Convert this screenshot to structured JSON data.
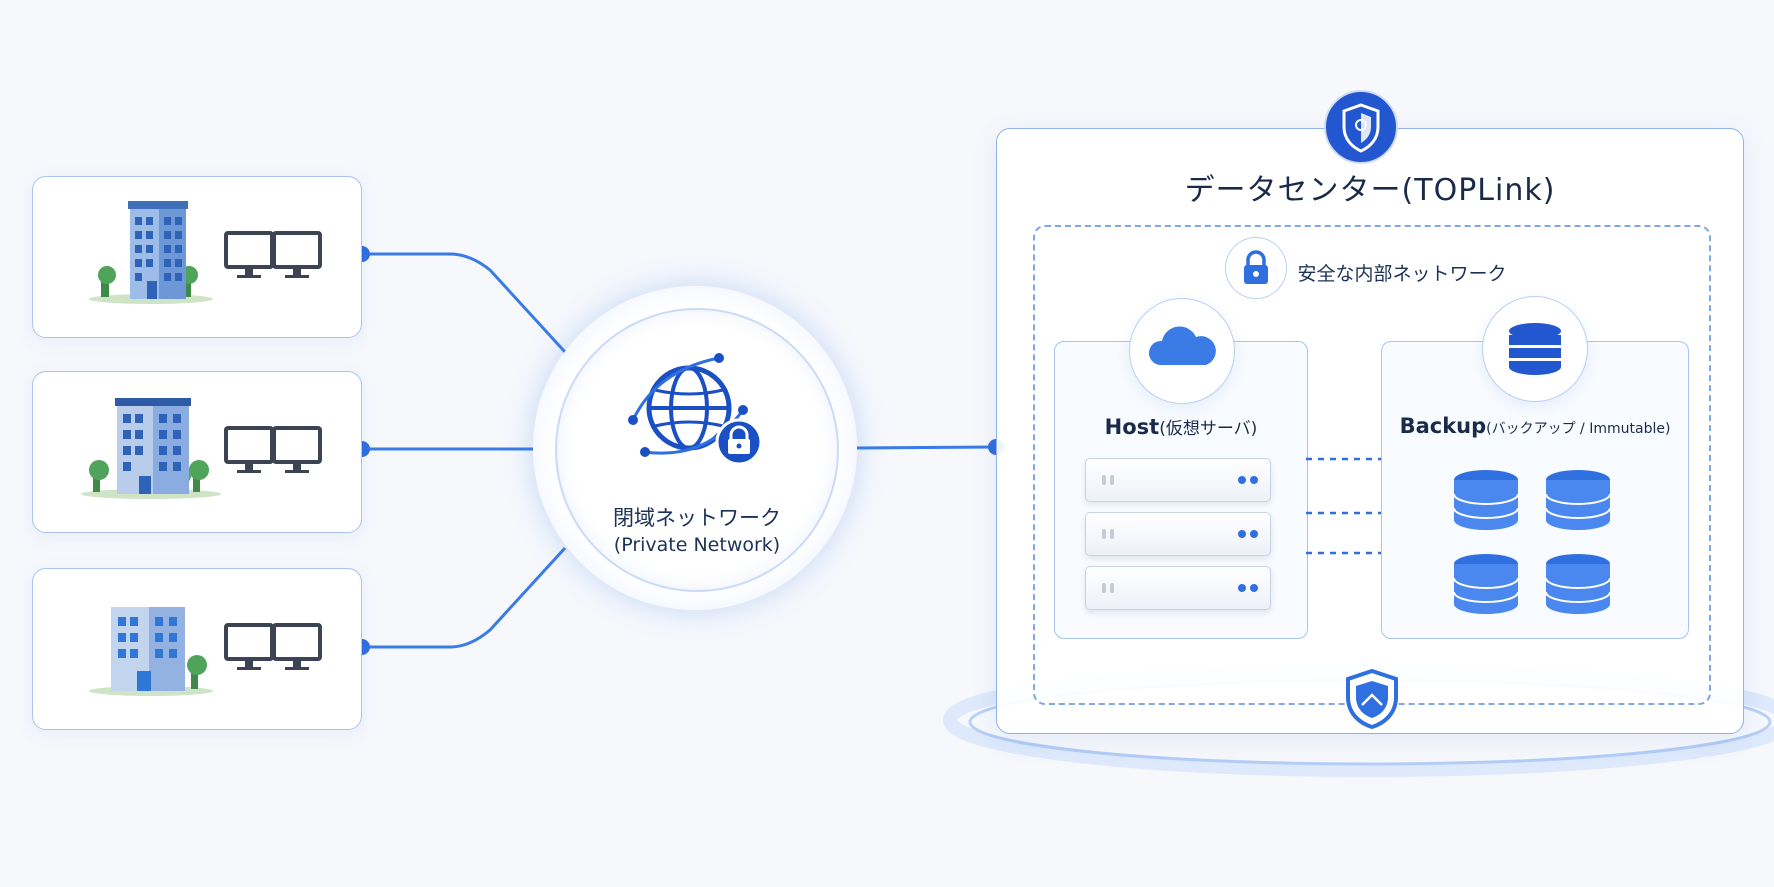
{
  "sites": [
    {
      "id": "site-1",
      "building": "tall-office-building"
    },
    {
      "id": "site-2",
      "building": "mid-office-building"
    },
    {
      "id": "site-3",
      "building": "small-office-building"
    }
  ],
  "hub": {
    "title": "閉域ネットワーク",
    "subtitle": "(Private Network)",
    "icon": "globe-lock-icon"
  },
  "datacenter": {
    "title": "データセンター(TOPLink)",
    "top_icon": "shield-icon",
    "bottom_icon": "shield-icon",
    "secure_network_label": "安全な内部ネットワーク",
    "host": {
      "label": "Host",
      "sublabel": "(仮想サーバ)",
      "icon": "cloud-icon",
      "server_count": 3
    },
    "backup": {
      "label": "Backup",
      "sublabel": "(バックアップ / Immutable)",
      "icon": "database-icon",
      "storage_count": 4
    }
  },
  "colors": {
    "accent": "#2f6fe0",
    "dark_accent": "#1b4fc4",
    "line": "#3a7be6",
    "text": "#1a2b4a"
  }
}
